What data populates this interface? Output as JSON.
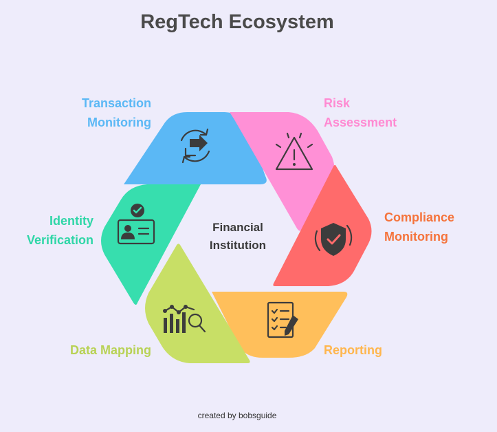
{
  "title": "RegTech Ecosystem",
  "center": {
    "line1": "Financial",
    "line2": "Institution"
  },
  "segments": [
    {
      "id": "transaction-monitoring",
      "line1": "Transaction",
      "line2": "Monitoring",
      "color": "#5bb8f5",
      "label_color": "#5bb8f5",
      "icon": "exchange-arrows-icon"
    },
    {
      "id": "risk-assessment",
      "line1": "Risk",
      "line2": "Assessment",
      "color": "#ff90d6",
      "label_color": "#ff8ad2",
      "icon": "warning-triangle-icon"
    },
    {
      "id": "compliance-monitoring",
      "line1": "Compliance",
      "line2": "Monitoring",
      "color": "#ff6b6b",
      "label_color": "#f5733b",
      "icon": "shield-check-icon"
    },
    {
      "id": "reporting",
      "line1": "Reporting",
      "line2": "",
      "color": "#ffbf5b",
      "label_color": "#ffb64d",
      "icon": "checklist-pencil-icon"
    },
    {
      "id": "data-mapping",
      "line1": "Data Mapping",
      "line2": "",
      "color": "#c8df66",
      "label_color": "#b8d255",
      "icon": "chart-magnifier-icon"
    },
    {
      "id": "identity-verification",
      "line1": "Identity",
      "line2": "Verification",
      "color": "#37deae",
      "label_color": "#2fd6a7",
      "icon": "id-card-check-icon"
    }
  ],
  "credit": "created by bobsguide"
}
